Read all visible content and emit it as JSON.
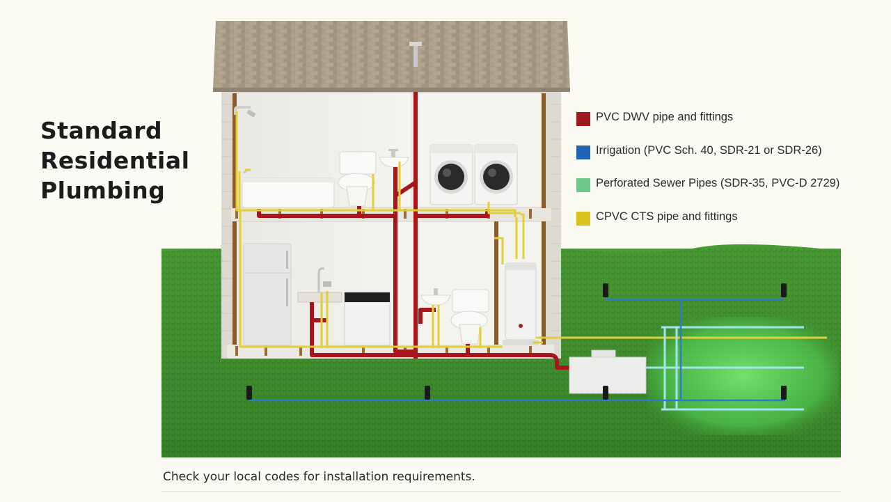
{
  "title": [
    "Standard",
    "Residential",
    "Plumbing"
  ],
  "legend": [
    {
      "color": "#9e1b20",
      "label": "PVC DWV pipe and fittings"
    },
    {
      "color": "#1f63b4",
      "label": "Irrigation (PVC Sch. 40, SDR-21 or SDR-26)"
    },
    {
      "color": "#6cc98a",
      "label": "Perforated Sewer Pipes (SDR-35, PVC-D 2729)"
    },
    {
      "color": "#d9c41d",
      "label": "CPVC CTS pipe and fittings"
    }
  ],
  "footnote": "Check your local codes for installation requirements.",
  "colors": {
    "dwv": "#a8161c",
    "irrigation": "#2e79c4",
    "perforated": "#8fe0f0",
    "cpvc": "#e6d23a",
    "grass": "#3f8f2e",
    "roof": "#a89b84",
    "wall": "#f2f1ec"
  },
  "icons": [
    "house-diagram",
    "roof",
    "shower-icon",
    "bathtub-icon",
    "toilet-icon",
    "sink-icon",
    "washer-icon",
    "dryer-icon",
    "refrigerator-icon",
    "kitchen-sink-icon",
    "dishwasher-icon",
    "water-heater-icon",
    "septic-tank-icon",
    "sprinkler-head-icon"
  ]
}
